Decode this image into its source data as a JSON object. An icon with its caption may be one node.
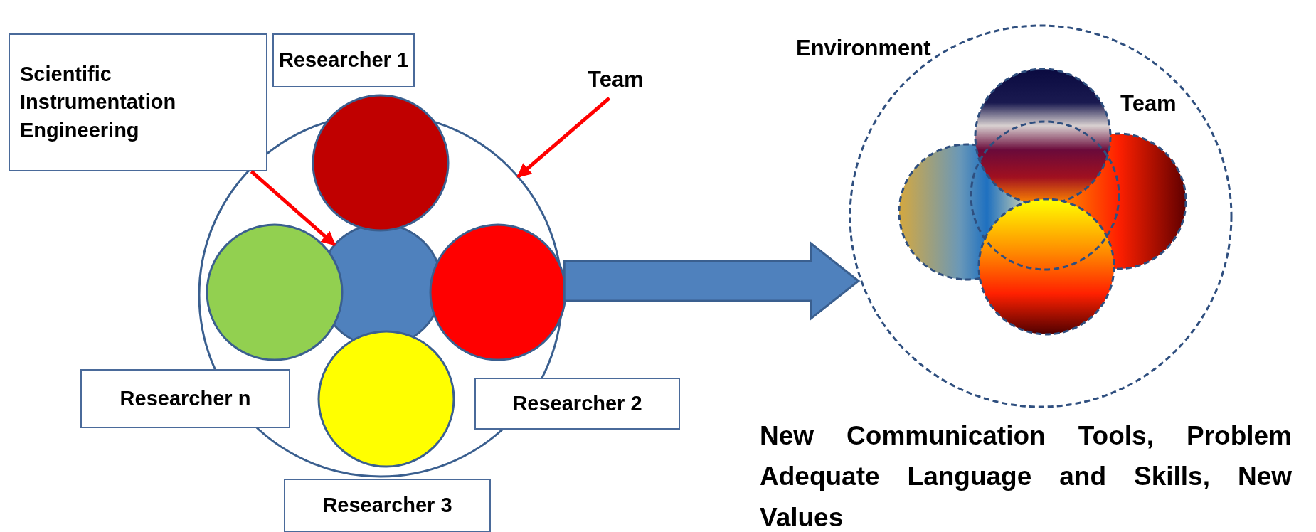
{
  "diagram": {
    "nodes": [
      {
        "text": [
          "Scientific Instrumentation Engineering"
        ]
      },
      {
        "text": [
          "Researcher 1"
        ]
      },
      {
        "text": [
          "Team"
        ]
      },
      {
        "text": [
          "Researcher n"
        ]
      },
      {
        "text": [
          "Researcher 2"
        ]
      },
      {
        "text": [
          "Researcher 3"
        ]
      },
      {
        "text": [],
        "shape": "circle"
      },
      {
        "text": [],
        "shape": "circle",
        "in": 6
      },
      {
        "text": [],
        "shape": "circle",
        "in": 6
      },
      {
        "text": [],
        "shape": "circle",
        "in": 6
      },
      {
        "text": [],
        "shape": "circle",
        "in": 6
      },
      {
        "text": [],
        "shape": "circle",
        "in": 6
      },
      {
        "text": [
          "Environment"
        ]
      },
      {
        "text": [],
        "shape": "circle",
        "in": 12
      },
      {
        "text": [],
        "shape": "circle",
        "in": 12
      },
      {
        "text": [],
        "shape": "circle",
        "in": 12
      },
      {
        "text": [],
        "shape": "circle",
        "in": 12
      },
      {
        "text": [],
        "shape": "circle",
        "in": 12
      }
    ],
    "edges": [
      {
        "from": 0,
        "to": 7,
        "arrow": "to"
      },
      {
        "from": 2,
        "to": 6,
        "arrow": "to"
      },
      {
        "from": 6,
        "to": 12,
        "arrow": "to",
        "style": "thick",
        "color": "#4f81bd"
      }
    ],
    "labels": [
      "Team",
      "New Communication Tools, Problem Adequate Language and Skills, New Values"
    ]
  }
}
